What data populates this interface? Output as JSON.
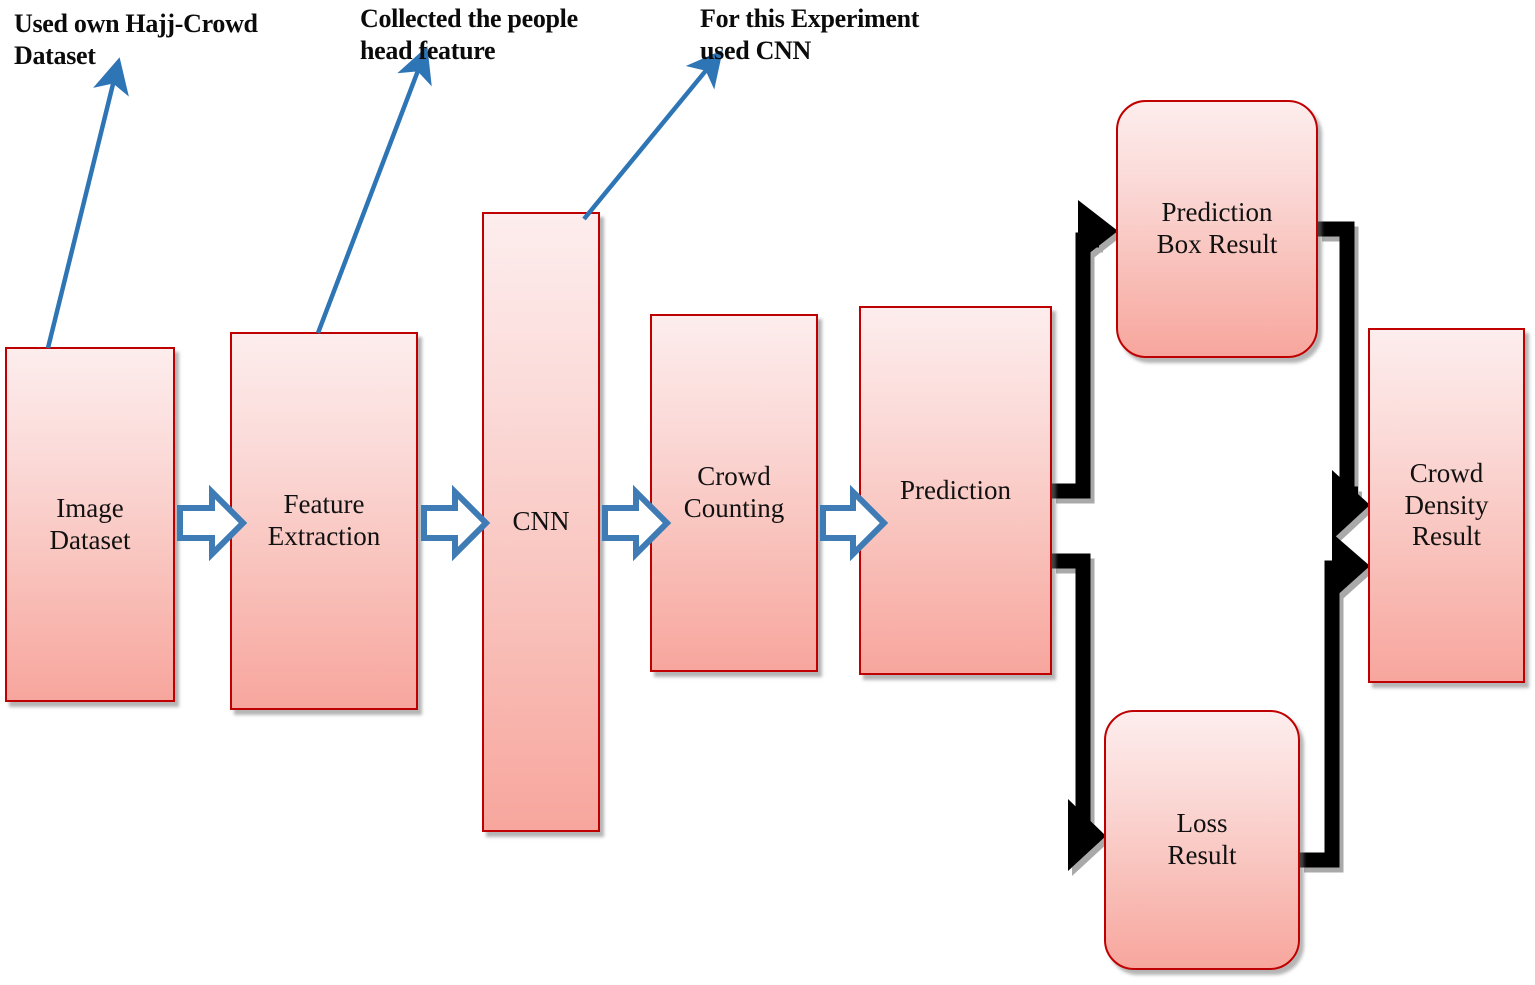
{
  "diagram": {
    "title": "CNN Crowd Counting Pipeline Flowchart",
    "colors": {
      "box_border": "#c00000",
      "box_fill_top": "#fdeded",
      "box_fill_bottom": "#f7a69d",
      "callout_arrow": "#2e75b6",
      "connector": "#000000",
      "flow_arrow_outline": "#3f7cb5",
      "flow_arrow_fill": "#ffffff",
      "shadow": "#9a9a9a"
    },
    "annotations": [
      {
        "id": "annotation-dataset",
        "text": "Used own Hajj-Crowd\nDataset"
      },
      {
        "id": "annotation-head",
        "text": "Collected the people\nhead feature"
      },
      {
        "id": "annotation-experiment",
        "text": "For this Experiment\nused CNN"
      }
    ],
    "nodes": {
      "image_dataset": {
        "label": "Image\nDataset"
      },
      "feature_extraction": {
        "label": "Feature\nExtraction"
      },
      "cnn": {
        "label": "CNN"
      },
      "crowd_counting": {
        "label": "Crowd\nCounting"
      },
      "prediction": {
        "label": "Prediction"
      },
      "prediction_box_result": {
        "label": "Prediction\nBox Result"
      },
      "loss_result": {
        "label": "Loss\nResult"
      },
      "crowd_density_result": {
        "label": "Crowd\nDensity\nResult"
      }
    },
    "flow": [
      {
        "from": "image_dataset",
        "to": "feature_extraction",
        "style": "block-arrow-blue"
      },
      {
        "from": "feature_extraction",
        "to": "cnn",
        "style": "block-arrow-blue"
      },
      {
        "from": "cnn",
        "to": "crowd_counting",
        "style": "block-arrow-blue"
      },
      {
        "from": "crowd_counting",
        "to": "prediction",
        "style": "block-arrow-blue"
      },
      {
        "from": "prediction",
        "to": "prediction_box_result",
        "style": "elbow-black"
      },
      {
        "from": "prediction",
        "to": "loss_result",
        "style": "elbow-black"
      },
      {
        "from": "prediction_box_result",
        "to": "crowd_density_result",
        "style": "elbow-black"
      },
      {
        "from": "loss_result",
        "to": "crowd_density_result",
        "style": "elbow-black"
      }
    ],
    "callouts": [
      {
        "annotation": "annotation-dataset",
        "points_to": "image_dataset"
      },
      {
        "annotation": "annotation-head",
        "points_to": "feature_extraction"
      },
      {
        "annotation": "annotation-experiment",
        "points_to": "cnn"
      }
    ]
  }
}
